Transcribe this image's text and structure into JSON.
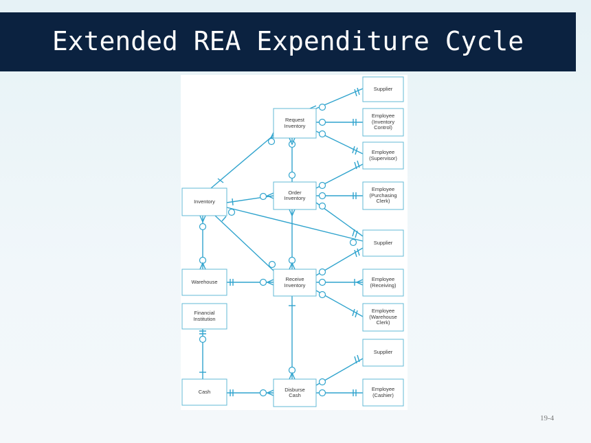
{
  "slide": {
    "title": "Extended REA Expenditure Cycle",
    "page_number": "19-4"
  },
  "diagram": {
    "entities": {
      "supplier_top": "Supplier",
      "request_inventory": "Request\nInventory",
      "emp_inventory_control": "Employee\n(Inventory\nControl)",
      "emp_supervisor": "Employee\n(Supervisor)",
      "inventory": "Inventory",
      "order_inventory": "Order\nInventory",
      "emp_purchasing_clerk": "Employee\n(Purchasing\nClerk)",
      "supplier_mid": "Supplier",
      "warehouse": "Warehouse",
      "receive_inventory": "Receive\nInventory",
      "emp_receiving": "Employee\n(Receiving)",
      "financial_institution": "Financial\nInstitution",
      "emp_warehouse_clerk": "Employee\n(Warehouse\nClerk)",
      "supplier_bottom": "Supplier",
      "cash": "Cash",
      "disburse_cash": "Disburse\nCash",
      "emp_cashier": "Employee\n(Cashier)"
    }
  }
}
